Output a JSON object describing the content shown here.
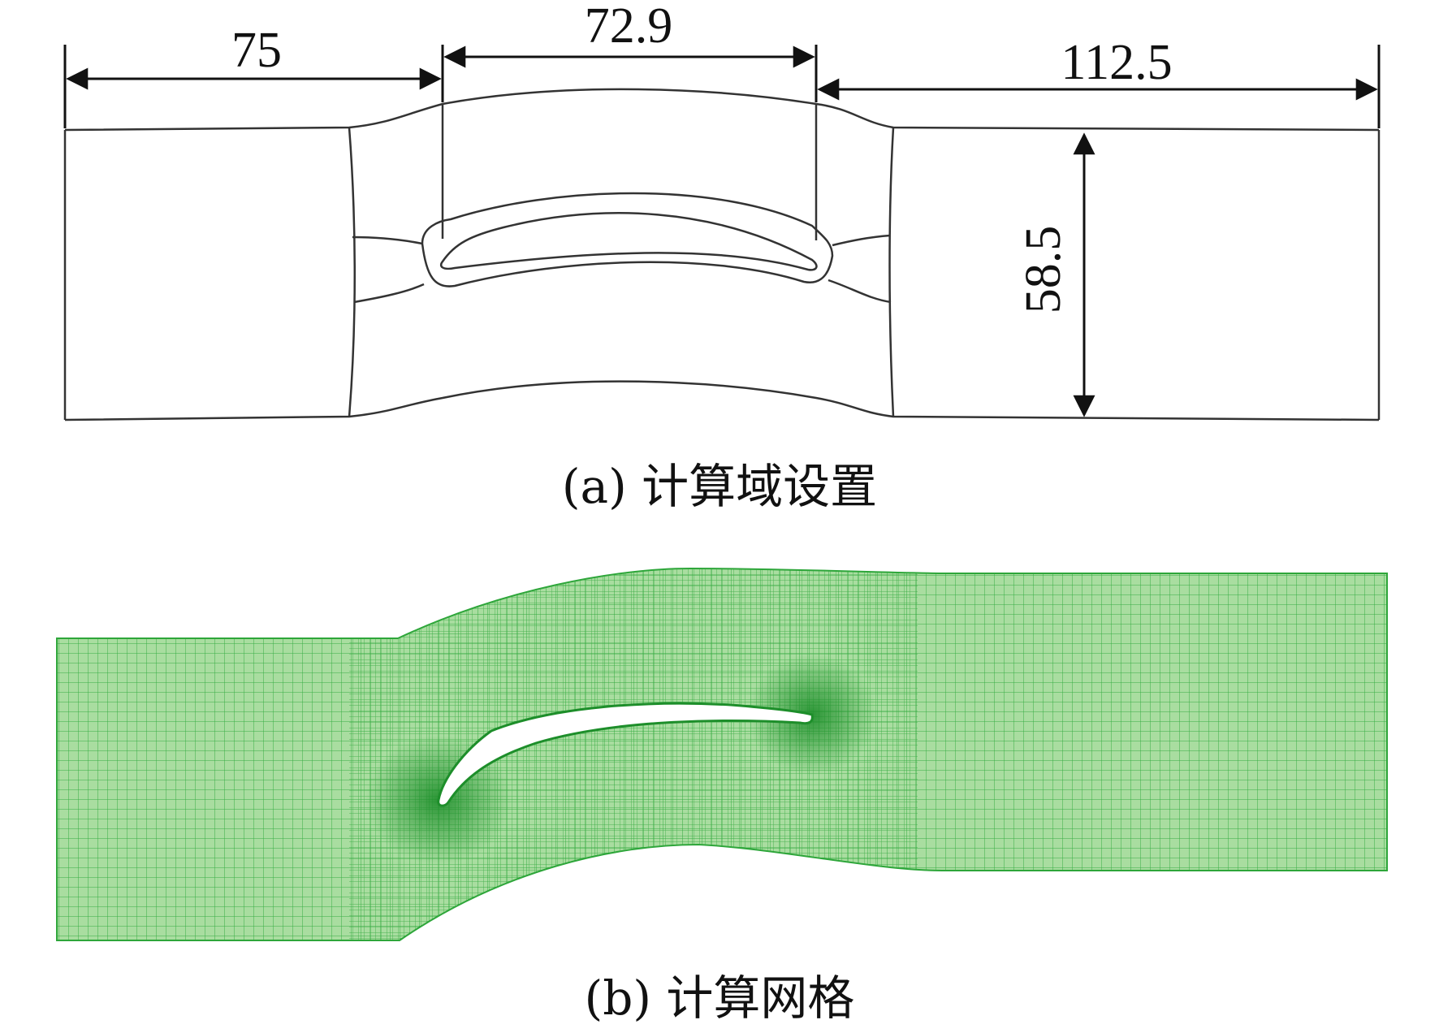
{
  "panel_a": {
    "caption": "(a) 计算域设置",
    "dimensions": {
      "inlet_length": "75",
      "blade_axial_chord": "72.9",
      "outlet_length": "112.5",
      "pitch": "58.5"
    }
  },
  "panel_b": {
    "caption": "(b) 计算网格",
    "mesh_color": "#2ea63a",
    "mesh_background": "#a9dda0"
  }
}
